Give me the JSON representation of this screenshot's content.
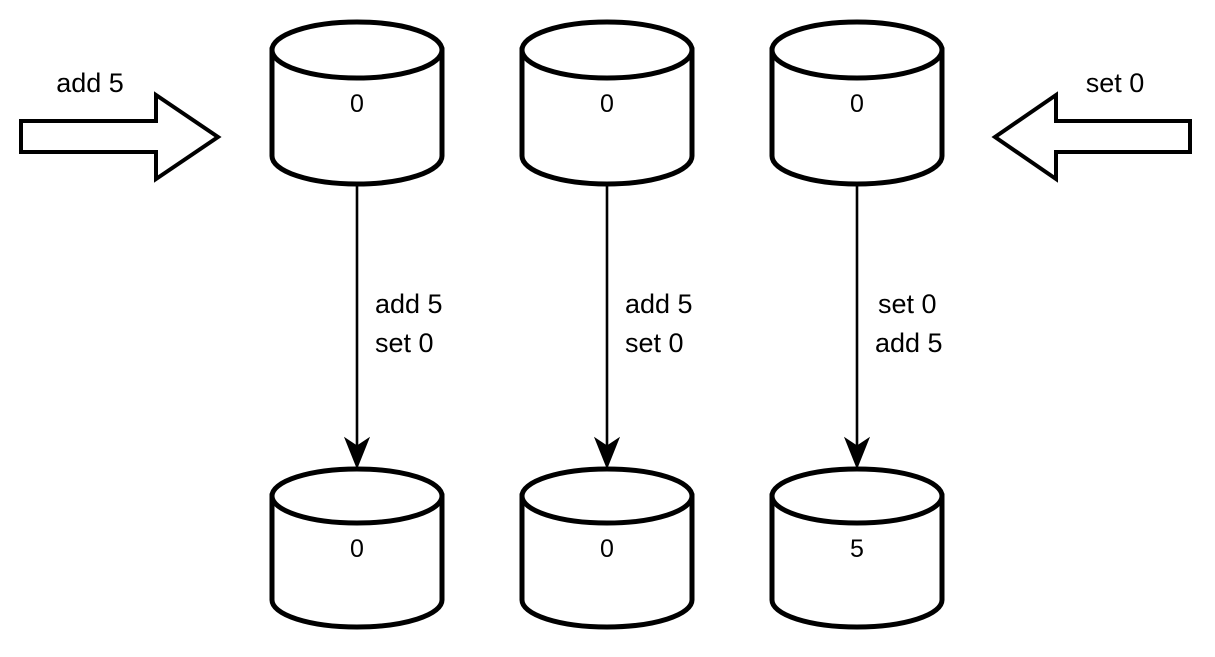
{
  "diagram": {
    "title": "replica-convergence-diagram",
    "stroke_color": "#000000",
    "fill_color": "#ffffff",
    "background": "#ffffff",
    "external_ops": [
      {
        "id": "left",
        "label": "add 5",
        "direction": "right"
      },
      {
        "id": "right",
        "label": "set 0",
        "direction": "left"
      }
    ],
    "columns": [
      {
        "id": "replica-1",
        "top_value": "0",
        "bottom_value": "0",
        "op_line1": "add 5",
        "op_line2": "set 0"
      },
      {
        "id": "replica-2",
        "top_value": "0",
        "bottom_value": "0",
        "op_line1": "add 5",
        "op_line2": "set 0"
      },
      {
        "id": "replica-3",
        "top_value": "0",
        "bottom_value": "5",
        "op_line1": "set 0",
        "op_line2": "add 5"
      }
    ]
  }
}
